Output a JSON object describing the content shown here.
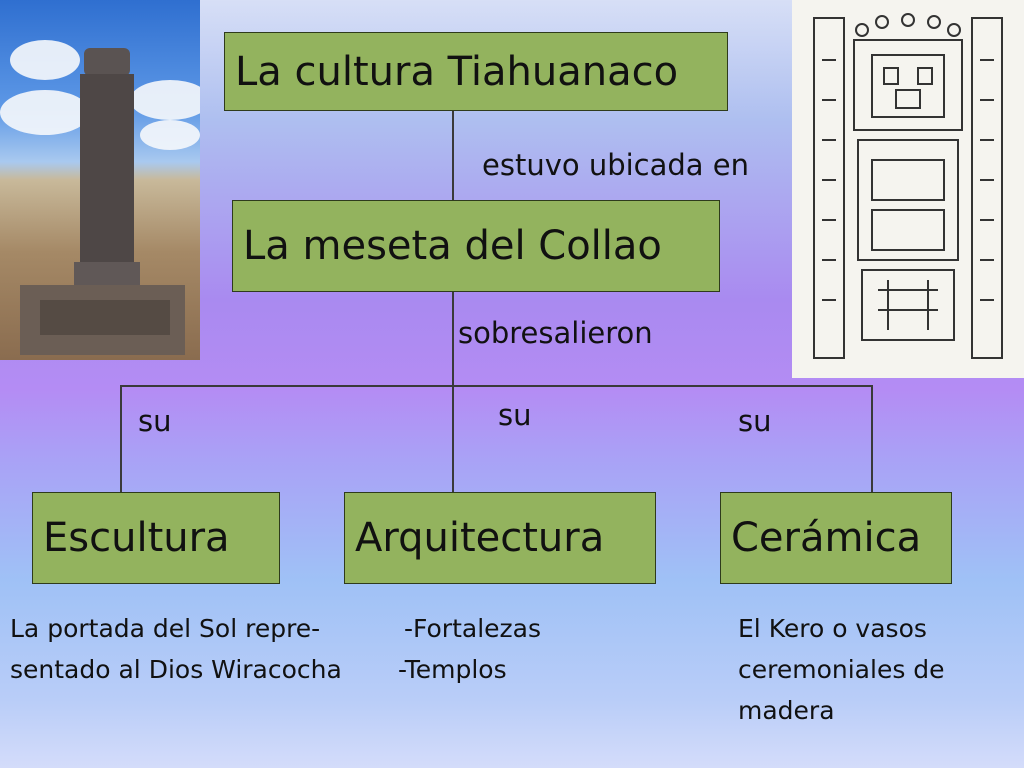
{
  "title_box": "La cultura Tiahuanaco",
  "link1": "estuvo ubicada en",
  "second_box": "La meseta del Collao",
  "link2": "sobresalieron",
  "branch_labels": [
    "su",
    "su",
    "su"
  ],
  "categories": [
    "Escultura",
    "Arquitectura",
    "Cerámica"
  ],
  "descriptions": {
    "escultura": [
      "La portada del Sol repre-",
      "sentado al Dios Wiracocha"
    ],
    "arquitectura": [
      "-Fortalezas",
      "-Templos"
    ],
    "ceramica": [
      "El Kero o vasos",
      "ceremoniales de",
      "madera"
    ]
  },
  "colors": {
    "box_fill": "#93b35e",
    "box_border": "#2e3b1c"
  }
}
